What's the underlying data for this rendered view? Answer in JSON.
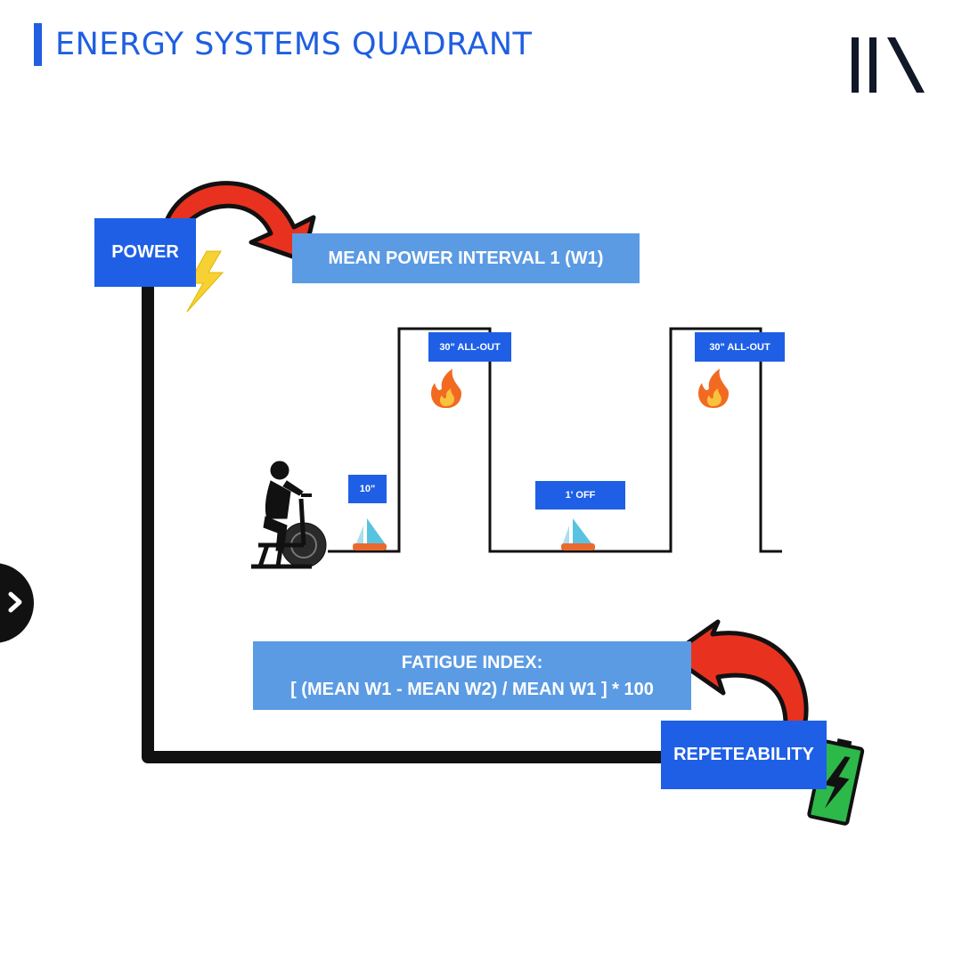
{
  "header": {
    "title": "ENERGY SYSTEMS QUADRANT",
    "logo_icon": "brand-logo-icon"
  },
  "diagram": {
    "power_label": "POWER",
    "mean_power_label": "MEAN POWER INTERVAL 1 (W1)",
    "fatigue_title": "FATIGUE INDEX:",
    "fatigue_formula": "[ (MEAN W1 - MEAN W2) / MEAN W1 ] * 100",
    "repeatability_label": "REPETEABILITY",
    "interval_1_label": "30\" ALL-OUT",
    "interval_2_label": "30\" ALL-OUT",
    "warmup_label": "10\"",
    "rest_label": "1' OFF",
    "icons": [
      "lightning-icon",
      "fire-icon",
      "sailboat-icon",
      "cyclist-icon",
      "battery-icon",
      "curved-arrow-icon"
    ]
  },
  "colors": {
    "title_blue": "#1f5fe0",
    "box_dark": "#1e5fe6",
    "box_light": "#5b9be4",
    "arrow_red": "#e8321f",
    "battery_green": "#2db84a",
    "lightning_yellow": "#f7d034"
  },
  "nav": {
    "next_icon": "chevron-right-icon"
  }
}
